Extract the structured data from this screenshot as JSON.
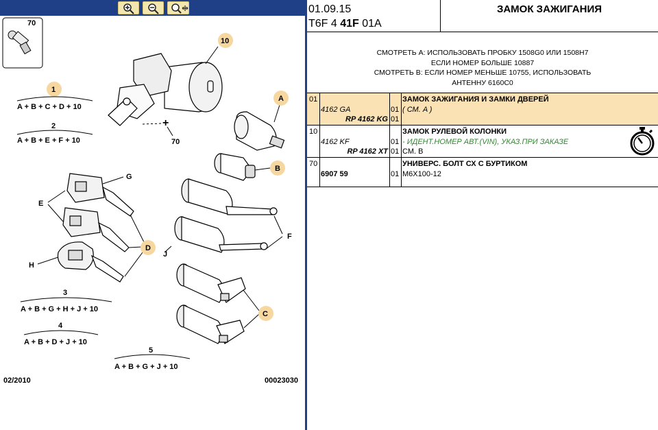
{
  "colors": {
    "toolbar": "#1f3f87",
    "highlight": "#fbe2b4",
    "callout": "#f6d7a0",
    "green_text": "#2e8b2e"
  },
  "toolbar": {
    "icons": [
      "zoom-in-icon",
      "zoom-out-icon",
      "zoom-fit-icon"
    ]
  },
  "diagram": {
    "item_70": "70",
    "item_10": "10",
    "item_70b": "70",
    "label_1": "1",
    "formula_1": "A + B + C + D + 10",
    "label_2": "2",
    "formula_2": "A + B + E + F + 10",
    "label_3": "3",
    "formula_3": "A + B + G + H + J + 10",
    "label_4": "4",
    "formula_4": "A + B + D + J + 10",
    "label_5": "5",
    "formula_5": "A + B + G + J + 10",
    "label_a": "A",
    "label_b": "B",
    "label_c": "C",
    "label_d": "D",
    "label_e": "E",
    "label_f": "F",
    "label_g": "G",
    "label_h": "H",
    "label_j": "J",
    "date": "02/2010",
    "drawing_no": "00023030"
  },
  "header": {
    "date": "01.09.15",
    "code_pre": "T6F 4 ",
    "code_bold": "41F",
    "code_post": " 01A",
    "title": "ЗАМОК ЗАЖИГАНИЯ"
  },
  "notes": {
    "line1": "СМОТРЕТЬ A: ИСПОЛЬЗОВАТЬ ПРОБКУ 1508G0 ИЛИ 1508H7",
    "line2": "ЕСЛИ НОМЕР БОЛЬШЕ 10887",
    "line3": "СМОТРЕТЬ B: ЕСЛИ НОМЕР МЕНЬШЕ 10755, ИСПОЛЬЗОВАТЬ",
    "line4": "АНТЕННУ 6160C0"
  },
  "parts": [
    {
      "item": "01",
      "ref1": "4162 GA",
      "ref2": "RP 4162 KG",
      "qty1": "01",
      "qty2": "01",
      "name": "ЗАМОК ЗАЖИГАНИЯ И ЗАМКИ ДВЕРЕЙ",
      "desc1": "( СМ. A )",
      "desc2": ""
    },
    {
      "item": "10",
      "ref1": "4162 KF",
      "ref2": "RP 4162 XT",
      "qty1": "01",
      "qty2": "01",
      "name": "ЗАМОК РУЛЕВОЙ КОЛОНКИ",
      "desc1": "- ИДЕНТ.НОМЕР АВТ.(VIN), УКАЗ.ПРИ ЗАКАЗЕ",
      "desc2": "СМ. B",
      "icon": "stopwatch-icon"
    },
    {
      "item": "70",
      "ref1": "",
      "ref2": "6907 59",
      "qty1": "",
      "qty2": "01",
      "name": "УНИВЕРС. БОЛТ СХ С БУРТИКОМ",
      "desc1": "",
      "desc2": "M6X100-12"
    }
  ]
}
